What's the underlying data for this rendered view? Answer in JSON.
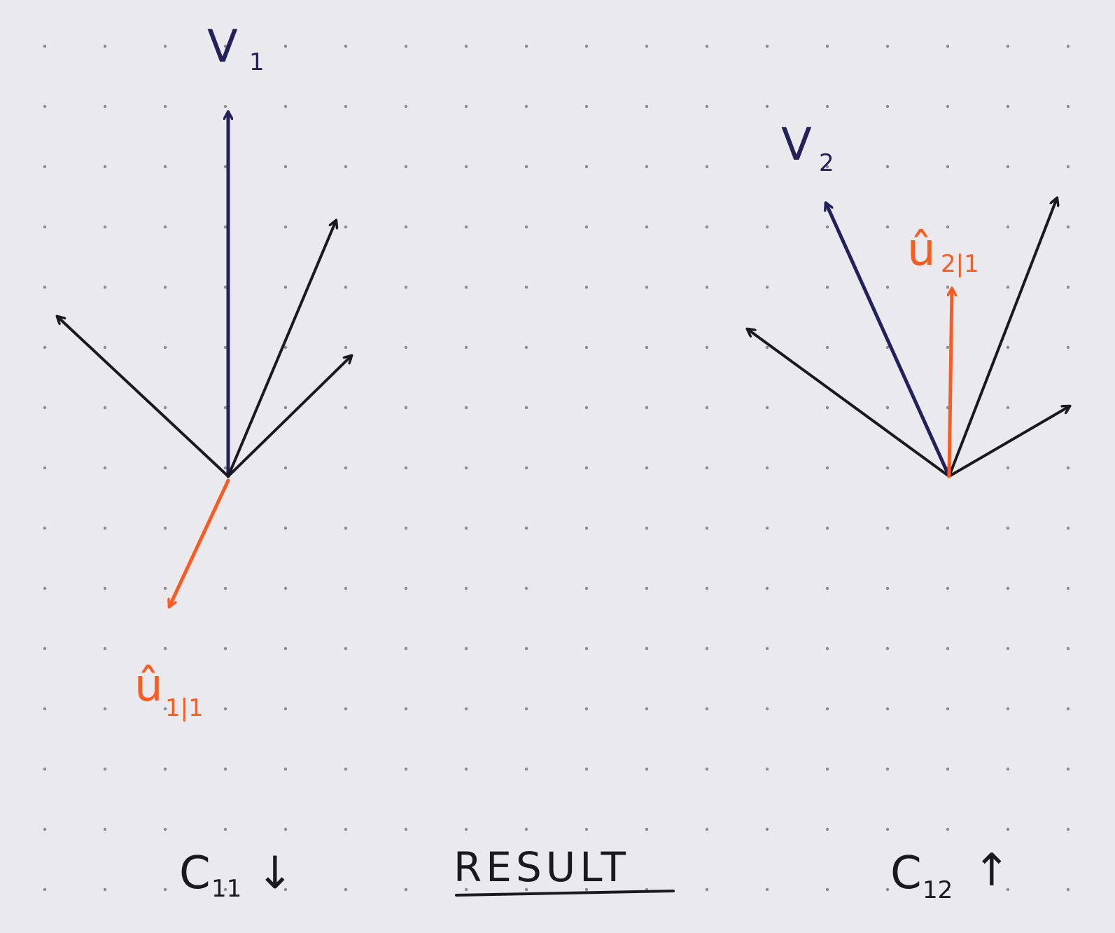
{
  "colors": {
    "paper": "#e9e9ee",
    "dots": "#8a8a90",
    "ink_black": "#1a1a1e",
    "ink_blue": "#23205a",
    "ink_orange": "#ff5a1f"
  },
  "left_panel": {
    "vector_label": "V",
    "vector_sub": "1",
    "unit_label": "û",
    "unit_sub": "1|1",
    "bottom_label": "C",
    "bottom_sub": "11",
    "bottom_arrow": "↓"
  },
  "right_panel": {
    "vector_label": "V",
    "vector_sub": "2",
    "unit_label": "û",
    "unit_sub": "2|1",
    "bottom_label": "C",
    "bottom_sub": "12",
    "bottom_arrow": "↑"
  },
  "result_label": "RESULT"
}
